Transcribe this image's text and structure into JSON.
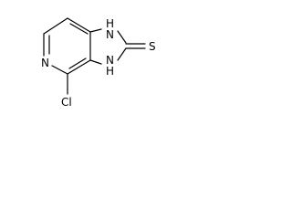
{
  "atoms": {
    "n_pyridine": "N",
    "nh_top": "H\nN",
    "nh_bottom": "N\nH",
    "sulfur": "S",
    "chlorine": "Cl"
  }
}
